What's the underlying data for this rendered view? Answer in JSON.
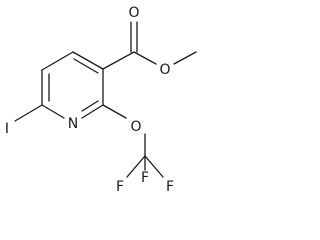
{
  "molecule": {
    "atoms": {
      "iodine": "I",
      "ring_nitrogen": "N",
      "ether_oxygen": "O",
      "carbonyl_oxygen": "O",
      "ester_oxygen": "O",
      "fluorine_top": "F",
      "fluorine_left": "F",
      "fluorine_right": "F"
    }
  },
  "colors": {
    "ink": "#1a1a1a",
    "background": "#ffffff"
  }
}
